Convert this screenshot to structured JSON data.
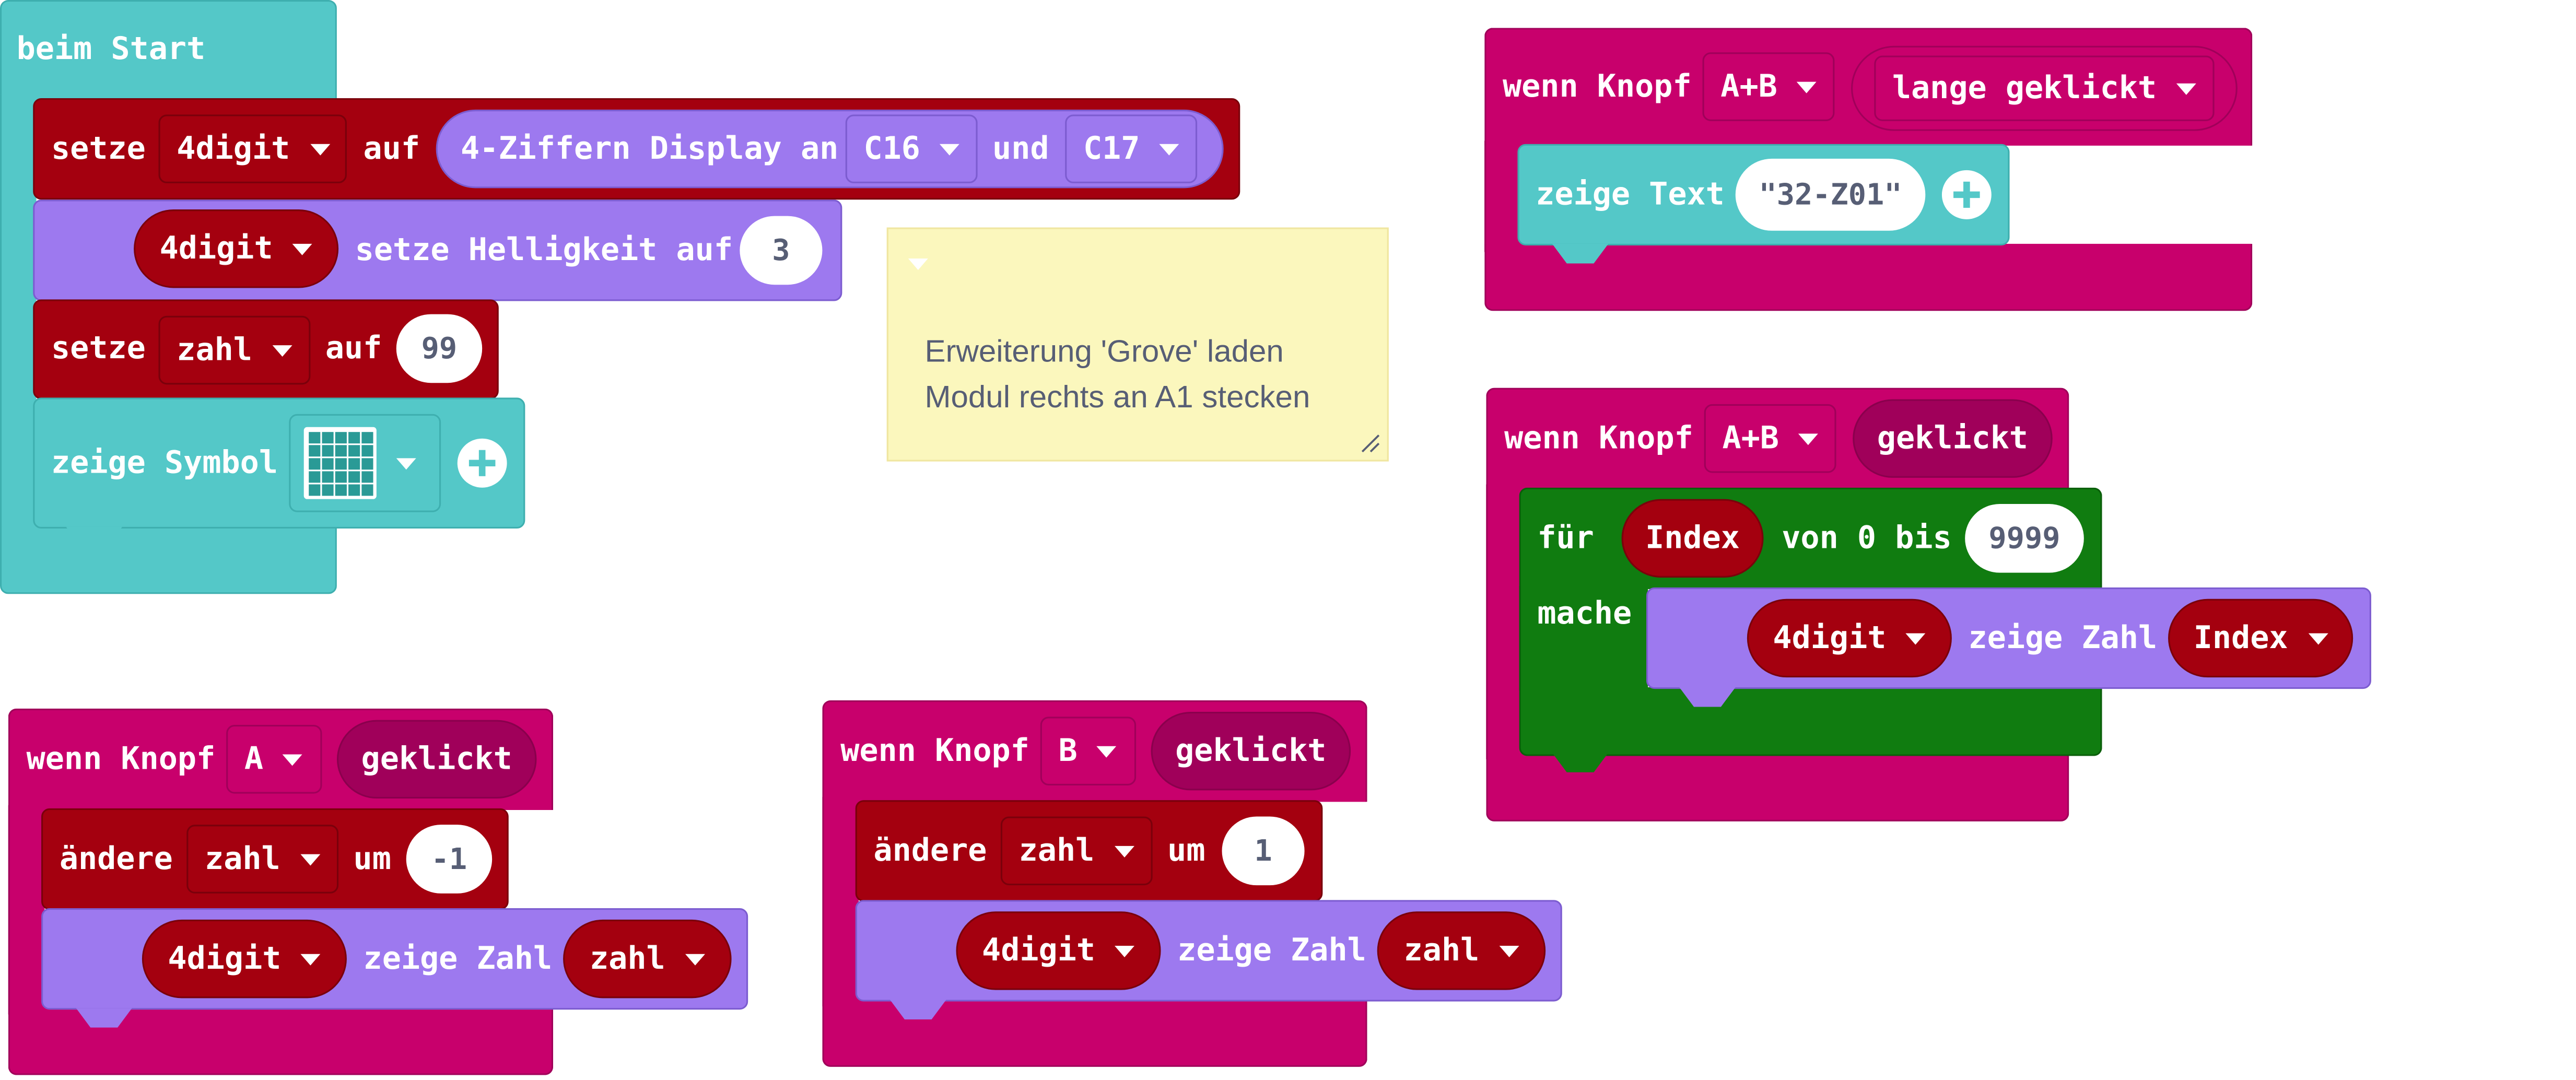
{
  "beim_start": {
    "title": "beim Start",
    "setze1": {
      "setze": "setze",
      "var": "4digit",
      "auf": "auf",
      "display": "4-Ziffern Display an",
      "pin1": "C16",
      "und": "und",
      "pin2": "C17"
    },
    "helligkeit": {
      "var": "4digit",
      "label": "setze Helligkeit auf",
      "value": "3"
    },
    "setze2": {
      "setze": "setze",
      "var": "zahl",
      "auf": "auf",
      "value": "99"
    },
    "symbol": {
      "label": "zeige Symbol",
      "icon": "led-grid-icon"
    }
  },
  "comment": {
    "line1": "Erweiterung 'Grove' laden",
    "line2": "Modul rechts an A1 stecken"
  },
  "long_press": {
    "wenn": "wenn Knopf",
    "button": "A+B",
    "event": "lange geklickt",
    "label": "zeige Text",
    "text": "32-Z01",
    "quote_open": "\"",
    "quote_close": "\""
  },
  "ab_click": {
    "wenn": "wenn Knopf",
    "button": "A+B",
    "event": "geklickt",
    "fuer": "für",
    "var": "Index",
    "range": "von 0 bis",
    "max": "9999",
    "mache": "mache",
    "show_var": "4digit",
    "show_label": "zeige Zahl",
    "show_value": "Index"
  },
  "a_click": {
    "wenn": "wenn Knopf",
    "button": "A",
    "event": "geklickt",
    "aendere": "ändere",
    "var": "zahl",
    "um": "um",
    "value": "-1",
    "show_var": "4digit",
    "show_label": "zeige Zahl",
    "show_value": "zahl"
  },
  "b_click": {
    "wenn": "wenn Knopf",
    "button": "B",
    "event": "geklickt",
    "aendere": "ändere",
    "var": "zahl",
    "um": "um",
    "value": "1",
    "show_var": "4digit",
    "show_label": "zeige Zahl",
    "show_value": "zahl"
  },
  "colors": {
    "basic": "#54c8c8",
    "variables": "#a4000f",
    "extension": "#9d79ef",
    "input": "#c8006c",
    "loops": "#107c10",
    "comment": "#fbf7bd"
  }
}
